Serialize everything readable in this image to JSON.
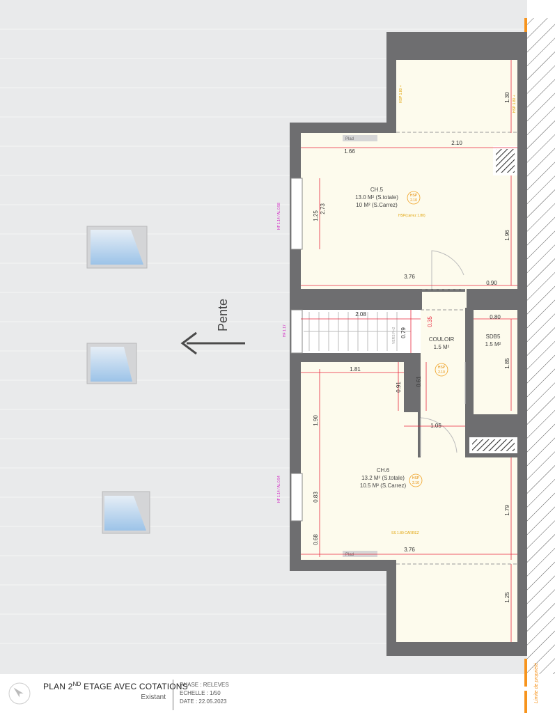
{
  "title_block": {
    "title_prefix": "PLAN 2",
    "title_sup": "ND",
    "title_suffix": " ETAGE AVEC COTATIONS",
    "subtitle": "Existant",
    "phase": "PHASE : RELEVES",
    "echelle": "ECHELLE : 1/50",
    "date": "DATE : 22.05.2023"
  },
  "roof": {
    "pente_label": "Pente",
    "limite_label": "Limite de propriété"
  },
  "rooms": {
    "ch5": {
      "name": "CH.5",
      "area_total": "13.0 M² (S.totale)",
      "area_carrez": "10 M² (S.Carrez)",
      "hsp_label": "HSP",
      "hsp_value": "2.10"
    },
    "couloir": {
      "name": "COULOIR",
      "area": "1.5 M²"
    },
    "sdb5": {
      "name": "SDB5",
      "area": "1.5 M²"
    },
    "ch6": {
      "name": "CH.6",
      "area_total": "13.2 M² (S.totale)",
      "area_carrez": "10.5 M² (S.Carrez)",
      "hsp_label": "HSP",
      "hsp_value": "2.10"
    },
    "couloir_hsp": {
      "label": "HSP",
      "value": "2.10"
    }
  },
  "labels": {
    "placard_top": "Plad",
    "placard_bottom": "Plad",
    "stairs": "VERS R+2",
    "hsp_line_top": "HSP 1.80 +",
    "hsp_line_top_right": "HSP 1.80 +",
    "hsp_carrez_ch5": "HSP(carrez 1.80)",
    "hsp_carrez_ch6": "SS 1.80 CARREZ",
    "window_ch5": "HF 1.14 / AL 0.58",
    "window_stairs": "HF 1.17",
    "window_ch6": "HF 1.14 / AL 0.54"
  },
  "dimensions": {
    "d_130": "1.30",
    "d_166": "1.66",
    "d_210": "2.10",
    "d_273": "2.73",
    "d_125a": "1.25",
    "d_196": "1.96",
    "d_376a": "3.76",
    "d_090": "0.90",
    "d_208": "2.08",
    "d_035": "0.35",
    "d_079": "0.79",
    "d_080": "0.80",
    "d_181": "1.81",
    "d_091": "0.91",
    "d_061": "0.61",
    "d_185": "1.85",
    "d_190": "1.90",
    "d_105": "1.05",
    "d_083": "0.83",
    "d_068": "0.68",
    "d_179": "1.79",
    "d_376b": "3.76",
    "d_125b": "1.25"
  },
  "colors": {
    "roof": "#e9eaeb",
    "wall": "#6e6e70",
    "floor": "#fdfbed",
    "dimension": "#e8263c",
    "window_mark": "#d11fc2",
    "hsp": "#f0a020",
    "property_line": "#f7941d"
  }
}
